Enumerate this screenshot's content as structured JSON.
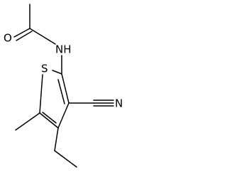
{
  "diagram": {
    "type": "chemical-structure",
    "atoms": {
      "oxygen": "O",
      "amide_nitrogen": "NH",
      "sulfur": "S",
      "nitrile_nitrogen": "N"
    },
    "colors": {
      "bond": "#000000",
      "label": "#000000",
      "background": "#ffffff"
    }
  }
}
